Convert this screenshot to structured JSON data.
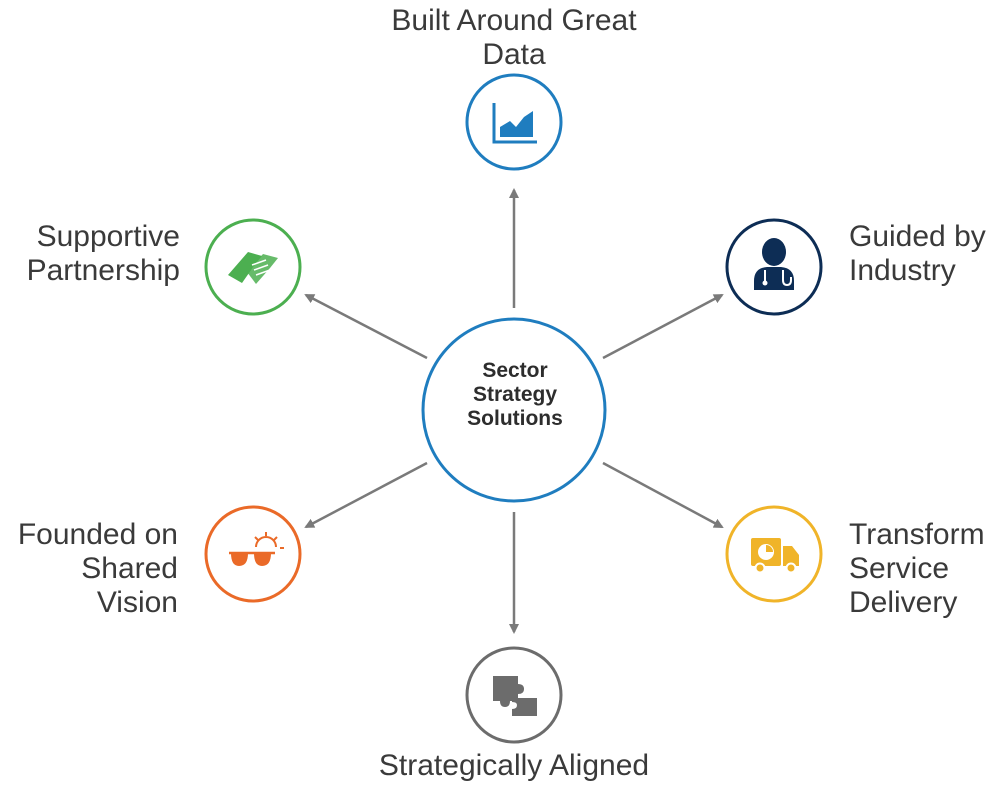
{
  "center": {
    "lines": [
      "Sector",
      "Strategy",
      "Solutions"
    ],
    "color": "#1f7dbf"
  },
  "nodes": [
    {
      "id": "built-around-great-data",
      "lines": [
        "Built Around Great",
        "Data"
      ],
      "icon": "chart-icon",
      "color": "#1f7dbf"
    },
    {
      "id": "guided-by-industry",
      "lines": [
        "Guided by",
        "Industry"
      ],
      "icon": "doctor-icon",
      "color": "#0d2d55"
    },
    {
      "id": "transform-service-delivery",
      "lines": [
        "Transform",
        "Service",
        "Delivery"
      ],
      "icon": "delivery-truck-icon",
      "color": "#f0b429"
    },
    {
      "id": "strategically-aligned",
      "lines": [
        "Strategically Aligned"
      ],
      "icon": "puzzle-icon",
      "color": "#6c6c6c"
    },
    {
      "id": "founded-on-shared-vision",
      "lines": [
        "Founded on",
        "Shared",
        "Vision"
      ],
      "icon": "sunglasses-icon",
      "color": "#ea6a28"
    },
    {
      "id": "supportive-partnership",
      "lines": [
        "Supportive",
        "Partnership"
      ],
      "icon": "handshake-icon",
      "color": "#4caf50"
    }
  ],
  "arrow_color": "#7a7a7a"
}
